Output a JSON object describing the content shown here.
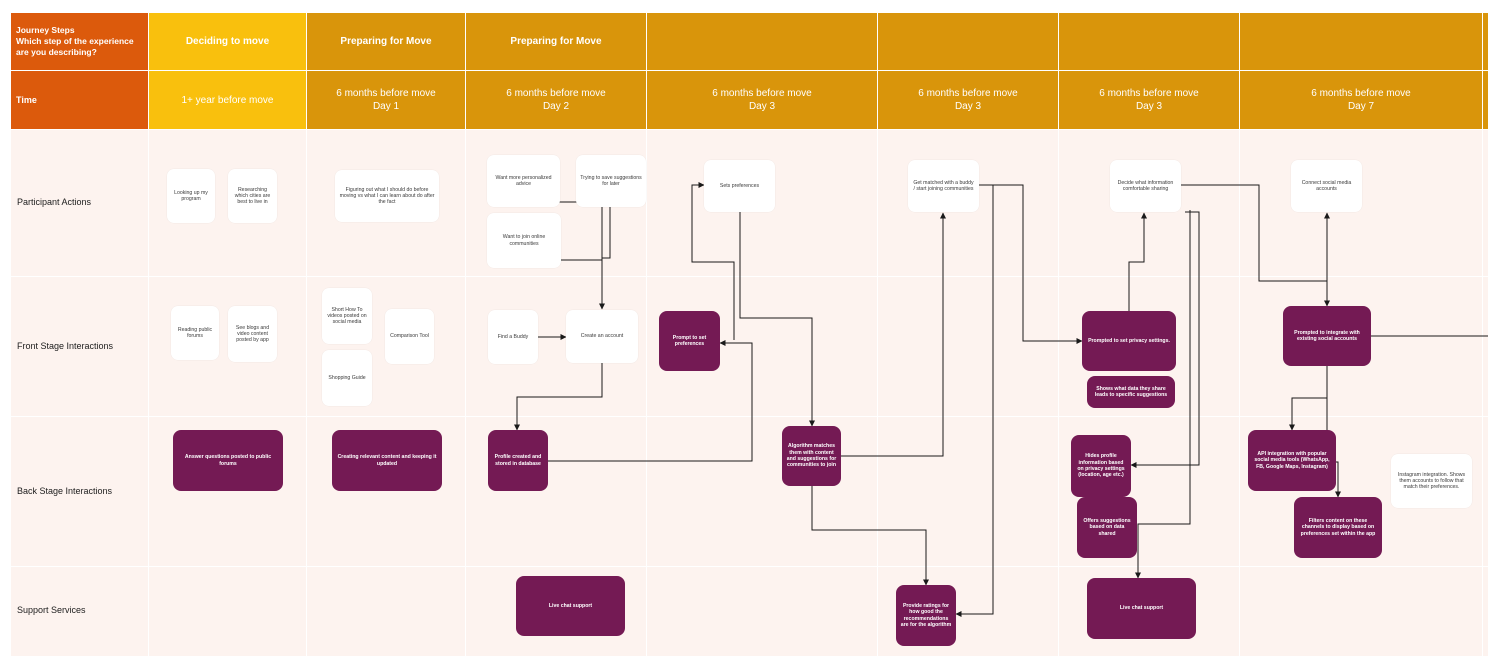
{
  "colors": {
    "header_left": "#dc5a0c",
    "header_yellow": "#f9c00d",
    "header_orange": "#d9950b",
    "lane_bg": "#fdf3ef",
    "process_box": "#741a54",
    "connector": "#1a1a1a"
  },
  "header": {
    "row1_label": "Journey Steps\nWhich step of the experience\nare you describing?",
    "row2_label": "Time",
    "steps": [
      "Deciding to move",
      "Preparing for Move",
      "Preparing for Move",
      "",
      "",
      "",
      ""
    ],
    "times": [
      "1+ year before move",
      "6 months before move\nDay 1",
      "6 months before move\nDay 2",
      "6 months before move\nDay 3",
      "6 months before move\nDay 3",
      "6 months before move\nDay 3",
      "6 months before move\nDay 7"
    ]
  },
  "lanes": [
    "Participant Actions",
    "Front Stage Interactions",
    "Back Stage Interactions",
    "Support Services"
  ],
  "notes": {
    "looking_up_program": "Looking up my program",
    "researching_cities": "Researching which cities are best to live in",
    "figuring_out": "Figuring out what I should do before moving vs what I can learn about do after the fact",
    "want_personalized": "Want more personalized advice",
    "trying_save": "Trying to save suggestions for later",
    "want_join": "Want to join online communities",
    "sets_preferences": "Sets preferences",
    "get_matched": "Get matched with a buddy / start joining communities",
    "decide_info": "Decide what information comfortable sharing",
    "connect_social": "Connect social media accounts",
    "reading_forums": "Reading public forums",
    "see_blogs": "See blogs and video content posted by app",
    "short_howto": "Short How To videos posted on social media",
    "comparison_tool": "Comparison Tool",
    "shopping_guide": "Shopping Guide",
    "find_buddy": "Find a Buddy",
    "create_account": "Create an account",
    "instagram_integration": "Instagram integration. Shows them accounts to follow that match their preferences."
  },
  "boxes": {
    "prompt_preferences": "Prompt to set preferences",
    "prompted_privacy": "Prompted to set privacy settings.",
    "shows_data": "Shows what data they share leads to specific suggestions",
    "prompted_integrate": "Prompted to integrate with existing social accounts",
    "answer_questions": "Answer questions posted to public forums",
    "creating_content": "Creating relevant content and keeping it updated",
    "profile_created": "Profile created and stored in database",
    "algorithm_matches": "Algorithm matches them with content and suggestions for communities to join",
    "hides_profile": "Hides profile information based on privacy settings (location, age etc.)",
    "offers_suggestions": "Offers suggestions based on data shared",
    "api_integration": "API integration with popular social media tools (WhatsApp, FB, Google Maps, Instagram)",
    "filters_content": "Filters content on these channels to display based on preferences set within the app",
    "live_chat_1": "Live chat support",
    "provide_ratings": "Provide ratings for how good the recommendations are for the algorithm",
    "live_chat_2": "Live chat support"
  }
}
